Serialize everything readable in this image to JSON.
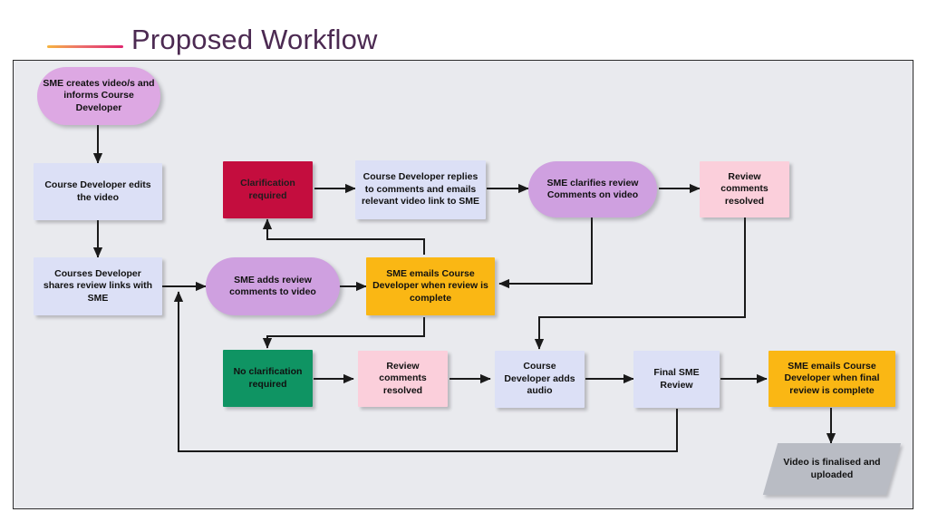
{
  "header": {
    "title": "Proposed Workflow",
    "rule_gradient_from": "#f6b43f",
    "rule_gradient_to": "#e0266e",
    "title_color": "#4c2a52"
  },
  "canvas": {
    "background": "#e9eaee",
    "border_color": "#2c2c2c",
    "connector_color": "#1a1a1a"
  },
  "palette": {
    "lilac": "#dda8e3",
    "purple": "#cfa0e0",
    "lavender": "#dce0f6",
    "crimson": "#c40d3e",
    "pink": "#fbcfdb",
    "orange": "#fab714",
    "green": "#0f9463",
    "gray": "#b9bcc4"
  },
  "nodes": [
    {
      "id": "sme-creates-video",
      "label": "SME creates video/s and informs Course Developer",
      "shape": "pill",
      "color": "lilac"
    },
    {
      "id": "course-developer-edits",
      "label": "Course Developer edits the video",
      "shape": "rect",
      "color": "lavender"
    },
    {
      "id": "courses-developer-shares",
      "label": "Courses Developer shares review links with SME",
      "shape": "rect",
      "color": "lavender"
    },
    {
      "id": "sme-adds-review-comments",
      "label": "SME adds review comments to video",
      "shape": "pill",
      "color": "purple"
    },
    {
      "id": "sme-emails-review-complete",
      "label": "SME emails Course Developer when review is complete",
      "shape": "rect",
      "color": "orange"
    },
    {
      "id": "clarification-required",
      "label": "Clarification required",
      "shape": "rect",
      "color": "crimson"
    },
    {
      "id": "course-developer-replies",
      "label": "Course Developer replies to comments and emails relevant video link to SME",
      "shape": "rect",
      "color": "lavender"
    },
    {
      "id": "sme-clarifies-review",
      "label": "SME clarifies review Comments on video",
      "shape": "pill",
      "color": "purple"
    },
    {
      "id": "review-comments-resolved-top",
      "label": "Review comments resolved",
      "shape": "rect",
      "color": "pink"
    },
    {
      "id": "no-clarification-required",
      "label": "No clarification required",
      "shape": "rect",
      "color": "green"
    },
    {
      "id": "review-comments-resolved-bot",
      "label": "Review comments resolved",
      "shape": "rect",
      "color": "pink"
    },
    {
      "id": "course-developer-adds-audio",
      "label": "Course Developer adds audio",
      "shape": "rect",
      "color": "lavender"
    },
    {
      "id": "final-sme-review",
      "label": "Final SME Review",
      "shape": "rect",
      "color": "lavender"
    },
    {
      "id": "sme-emails-final-complete",
      "label": "SME emails Course Developer when final review is complete",
      "shape": "rect",
      "color": "orange"
    },
    {
      "id": "video-finalised-uploaded",
      "label": "Video is finalised and uploaded",
      "shape": "parallelogram",
      "color": "gray"
    }
  ],
  "edges": [
    {
      "from": "sme-creates-video",
      "to": "course-developer-edits"
    },
    {
      "from": "course-developer-edits",
      "to": "courses-developer-shares"
    },
    {
      "from": "courses-developer-shares",
      "to": "sme-adds-review-comments"
    },
    {
      "from": "sme-adds-review-comments",
      "to": "sme-emails-review-complete"
    },
    {
      "from": "sme-emails-review-complete",
      "to": "clarification-required"
    },
    {
      "from": "sme-emails-review-complete",
      "to": "no-clarification-required"
    },
    {
      "from": "clarification-required",
      "to": "course-developer-replies"
    },
    {
      "from": "course-developer-replies",
      "to": "sme-clarifies-review"
    },
    {
      "from": "sme-clarifies-review",
      "to": "review-comments-resolved-top"
    },
    {
      "from": "sme-clarifies-review",
      "to": "sme-emails-review-complete"
    },
    {
      "from": "review-comments-resolved-top",
      "to": "course-developer-adds-audio"
    },
    {
      "from": "no-clarification-required",
      "to": "review-comments-resolved-bot"
    },
    {
      "from": "review-comments-resolved-bot",
      "to": "course-developer-adds-audio"
    },
    {
      "from": "course-developer-adds-audio",
      "to": "final-sme-review"
    },
    {
      "from": "final-sme-review",
      "to": "sme-emails-final-complete"
    },
    {
      "from": "final-sme-review",
      "to": "courses-developer-shares"
    },
    {
      "from": "sme-emails-final-complete",
      "to": "video-finalised-uploaded"
    }
  ]
}
